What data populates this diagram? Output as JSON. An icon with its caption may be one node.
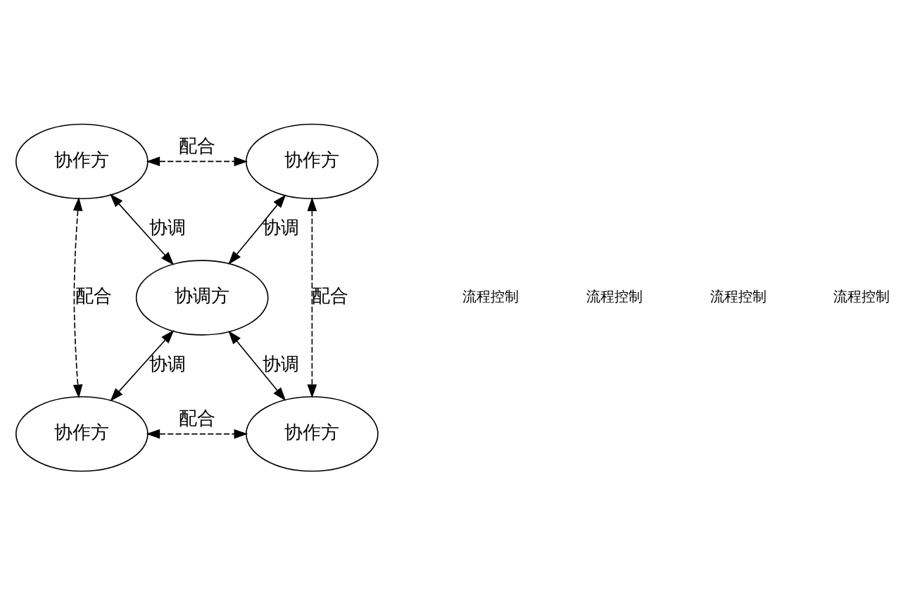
{
  "diagram": {
    "nodes": [
      {
        "text": [
          "协作方"
        ]
      },
      {
        "text": [
          "协作方"
        ]
      },
      {
        "text": [
          "协调方"
        ]
      },
      {
        "text": [
          "协作方"
        ]
      },
      {
        "text": [
          "协作方"
        ]
      }
    ],
    "edges": [
      {
        "from": 0,
        "to": 1,
        "arrow": "both",
        "label": "配合",
        "style": "dashed"
      },
      {
        "from": 0,
        "to": 2,
        "arrow": "both",
        "label": "协调"
      },
      {
        "from": 1,
        "to": 2,
        "arrow": "both",
        "label": "协调"
      },
      {
        "from": 0,
        "to": 3,
        "arrow": "both",
        "label": "配合",
        "style": "dashed"
      },
      {
        "from": 1,
        "to": 4,
        "arrow": "both",
        "label": "配合",
        "style": "dashed"
      },
      {
        "from": 3,
        "to": 2,
        "arrow": "both",
        "label": "协调"
      },
      {
        "from": 4,
        "to": 2,
        "arrow": "both",
        "label": "协调"
      },
      {
        "from": 3,
        "to": 4,
        "arrow": "both",
        "label": "配合",
        "style": "dashed"
      }
    ],
    "labels": [
      "流程控制",
      "流程控制",
      "流程控制",
      "流程控制"
    ]
  }
}
